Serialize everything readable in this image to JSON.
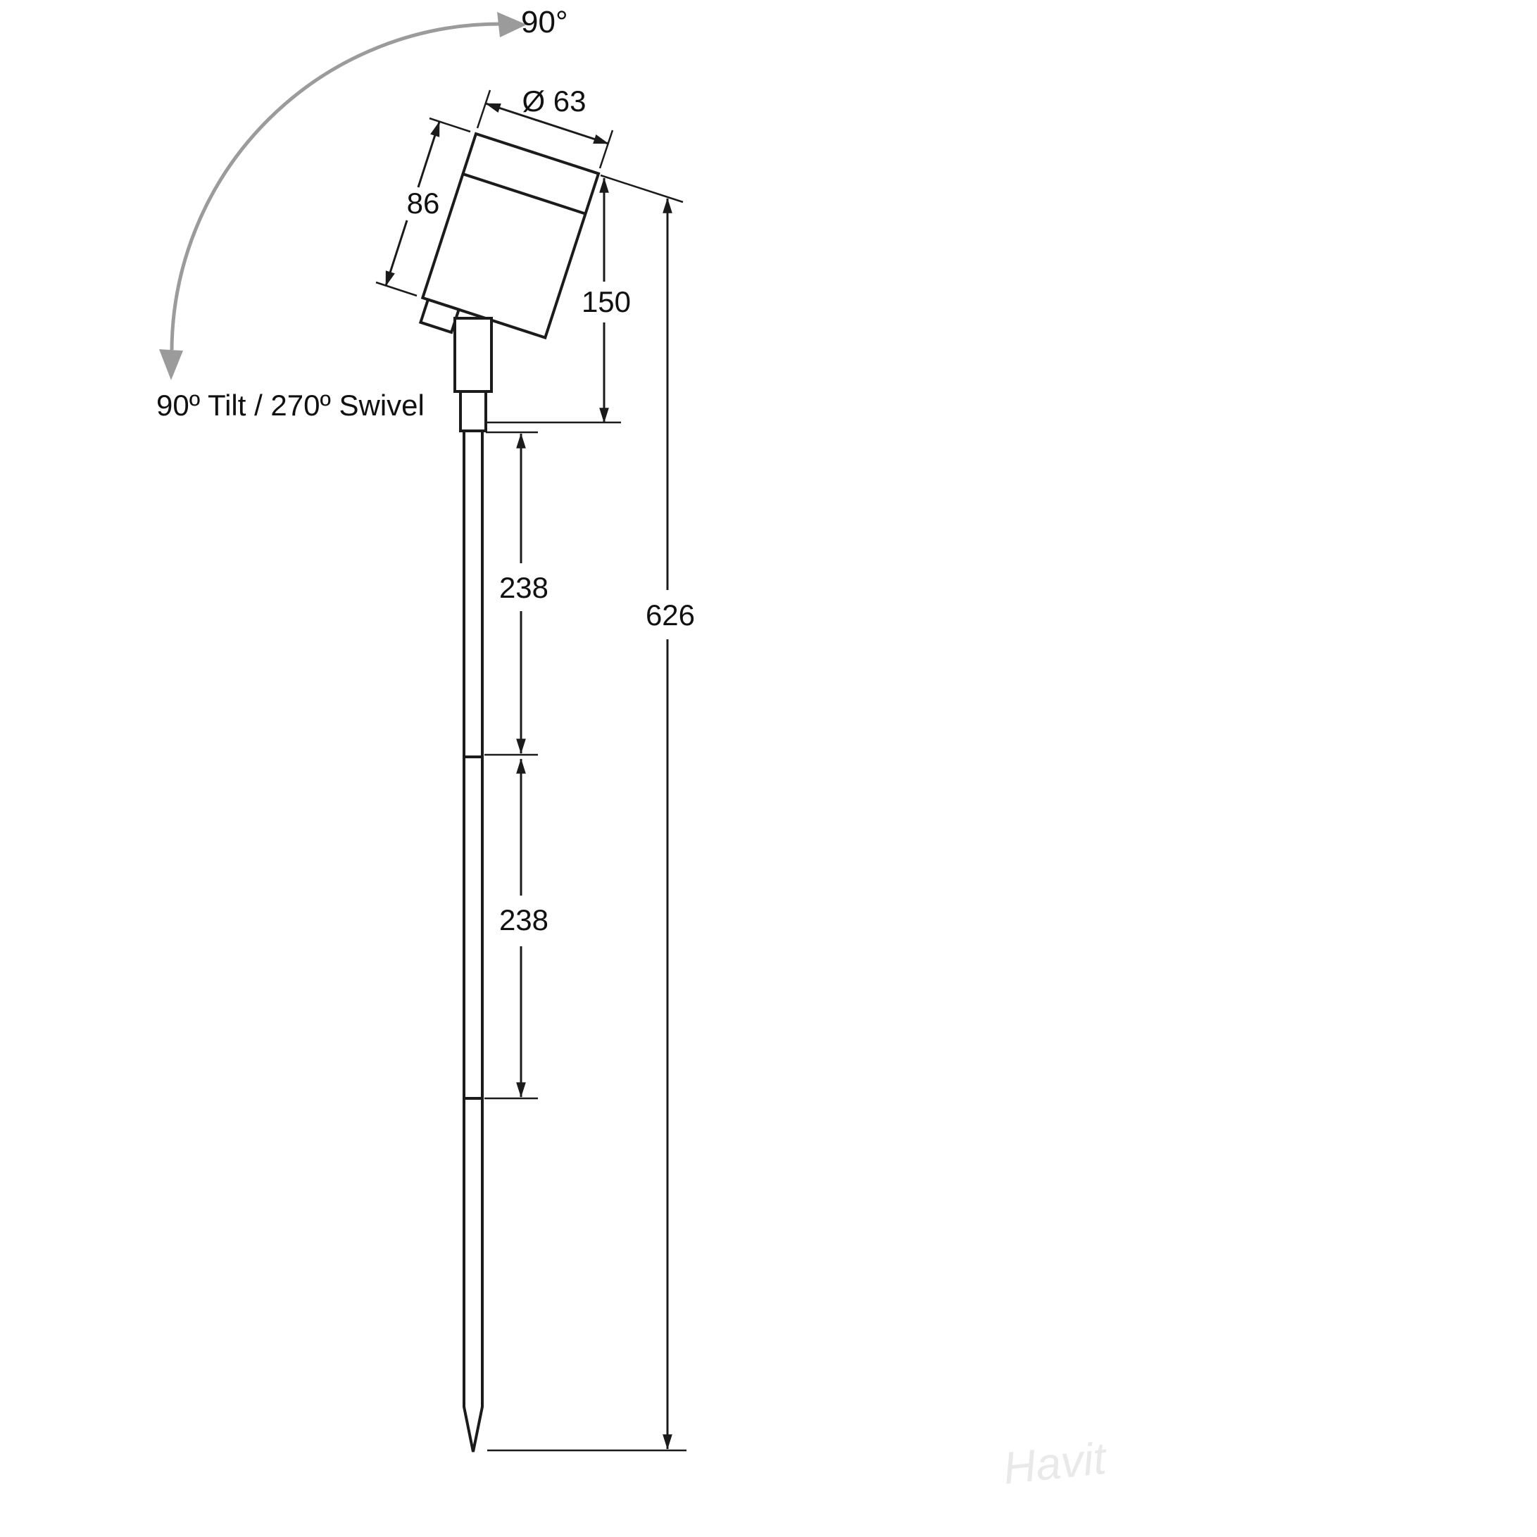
{
  "diagram": {
    "rotation_label": "90°",
    "tilt_swivel_label": "90º Tilt / 270º Swivel",
    "dims": {
      "diameter": "Ø 63",
      "head_length": "86",
      "head_height": "150",
      "upper_pole": "238",
      "lower_pole": "238",
      "total_height": "626"
    },
    "watermark": "Havit",
    "colors": {
      "line": "#1b1b1b",
      "arc_arrow": "#9b9b9b",
      "background": "#ffffff",
      "watermark": "#e9e9e9"
    }
  }
}
